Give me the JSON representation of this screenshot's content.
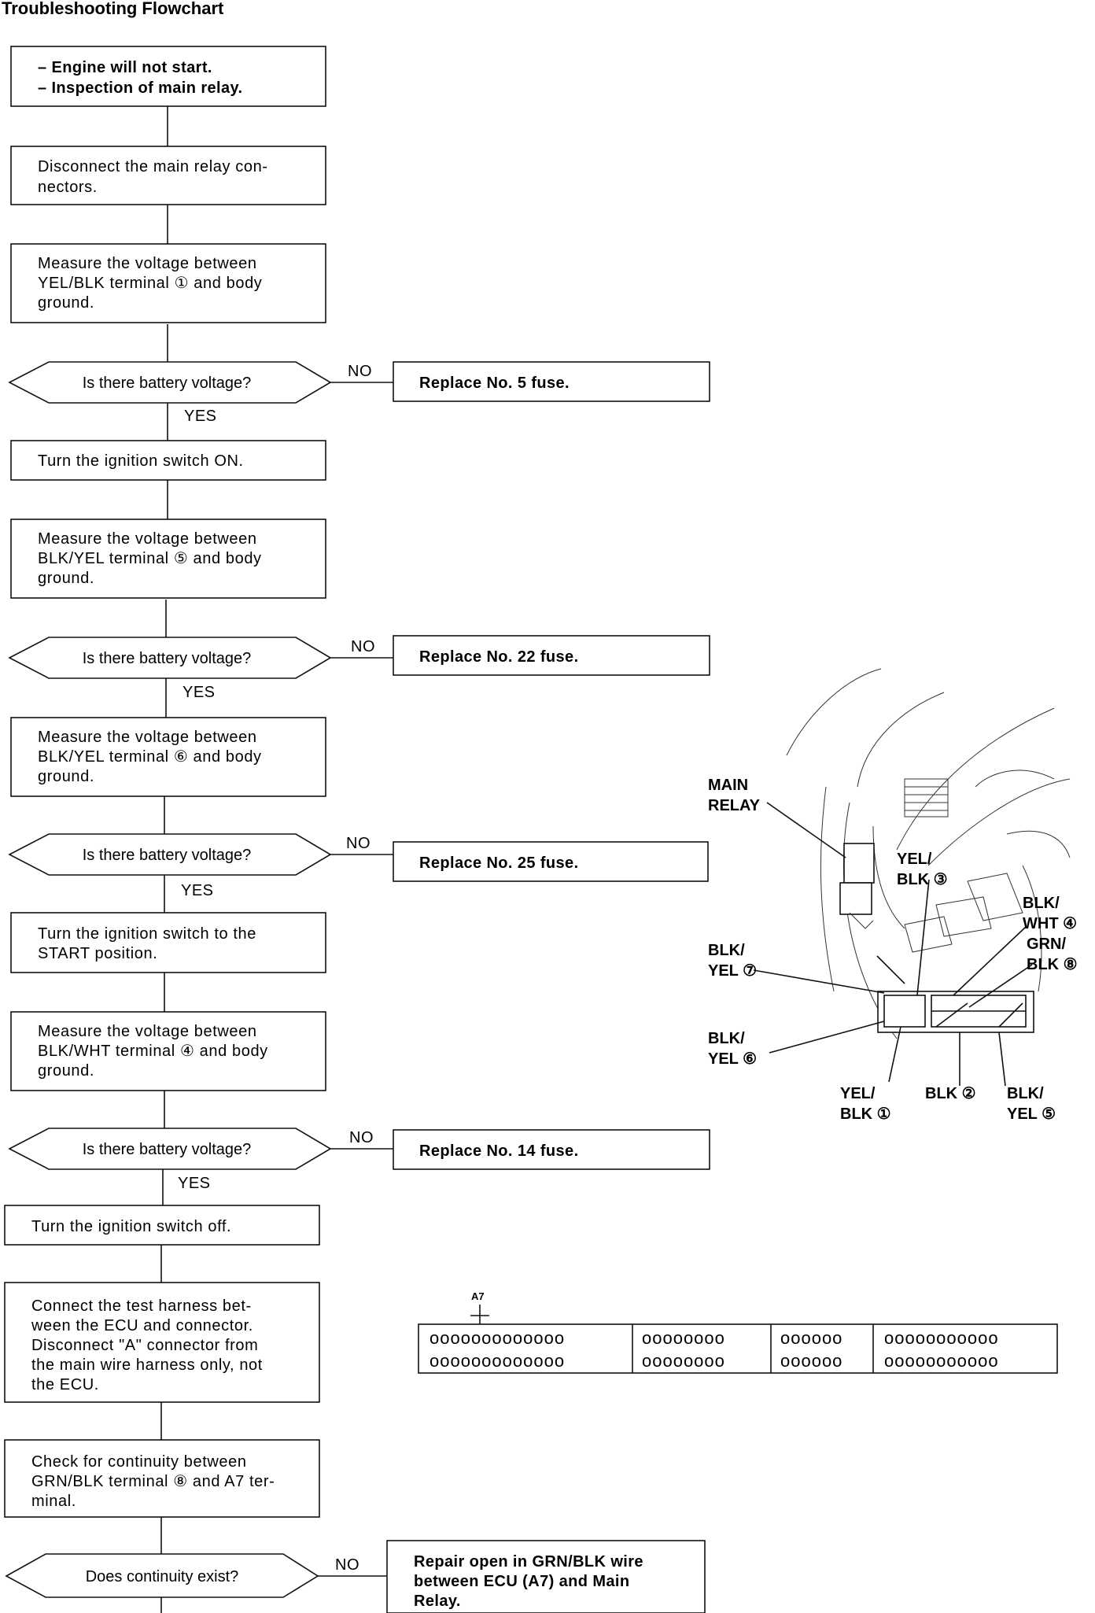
{
  "title": "Troubleshooting Flowchart",
  "start_box": [
    "– Engine will not start.",
    "– Inspection of main relay."
  ],
  "steps": {
    "disconnect": [
      "Disconnect the main relay con-",
      "nectors."
    ],
    "measure1": [
      "Measure the voltage between",
      "YEL/BLK terminal ① and body",
      "ground."
    ],
    "ign_on": [
      "Turn the ignition switch ON."
    ],
    "measure2": [
      "Measure the voltage between",
      "BLK/YEL terminal ⑤ and body",
      "ground."
    ],
    "measure3": [
      "Measure the voltage between",
      "BLK/YEL terminal ⑥ and body",
      "ground."
    ],
    "ign_start": [
      "Turn the ignition switch to the",
      "START position."
    ],
    "measure4": [
      "Measure the voltage between",
      "BLK/WHT terminal ④ and body",
      "ground."
    ],
    "ign_off": [
      "Turn the ignition switch off."
    ],
    "connect": [
      "Connect the test harness bet-",
      "ween the ECU and connector.",
      "Disconnect \"A\" connector from",
      "the main wire harness only, not",
      "the ECU."
    ],
    "continuity": [
      "Check for continuity between",
      "GRN/BLK terminal ⑧ and A7 ter-",
      "minal."
    ]
  },
  "decisions": {
    "battery": "Is there battery voltage?",
    "continuity": "Does continuity exist?"
  },
  "yes": "YES",
  "no": "NO",
  "results": {
    "fuse5": "Replace No. 5 fuse.",
    "fuse22": "Replace No. 22 fuse.",
    "fuse25": "Replace No. 25 fuse.",
    "fuse14": "Replace No. 14 fuse.",
    "repair": [
      "Repair open in GRN/BLK wire",
      "between ECU (A7) and Main",
      "Relay."
    ]
  },
  "relay_diagram": {
    "main_relay": [
      "MAIN",
      "RELAY"
    ],
    "yel_blk_3": [
      "YEL/",
      "BLK ③"
    ],
    "blk_wht_4": [
      "BLK/",
      "WHT ④"
    ],
    "grn_blk_8": [
      "GRN/",
      "BLK ⑧"
    ],
    "blk_yel_7": [
      "BLK/",
      "YEL ⑦"
    ],
    "blk_yel_6": [
      "BLK/",
      "YEL ⑥"
    ],
    "yel_blk_1": [
      "YEL/",
      "BLK ①"
    ],
    "blk_2": "BLK ②",
    "blk_yel_5": [
      "BLK/",
      "YEL ⑤"
    ]
  },
  "ecu_connector": {
    "pin_label": "A7",
    "groups": [
      {
        "top": "ooooooooooooo",
        "bottom": "ooooooooooooo"
      },
      {
        "top": "oooooooo",
        "bottom": "oooooooo"
      },
      {
        "top": "oooooo",
        "bottom": "oooooo"
      },
      {
        "top": "ooooooooooo",
        "bottom": "ooooooooooo"
      }
    ]
  }
}
